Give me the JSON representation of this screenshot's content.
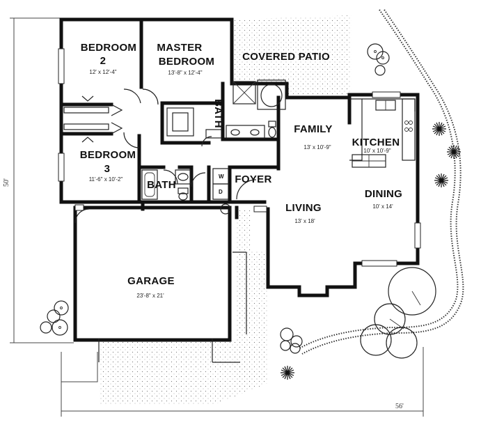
{
  "rooms": {
    "bedroom2": {
      "label_line1": "BEDROOM",
      "label_line2": "2",
      "dims": "12' x 12'-4\""
    },
    "master": {
      "label_line1": "MASTER",
      "label_line2": "BEDROOM",
      "dims": "13'-8\" x 12'-4\""
    },
    "patio": {
      "label": "COVERED PATIO"
    },
    "bath_master": {
      "label": "BATH"
    },
    "family": {
      "label": "FAMILY",
      "dims": "13' x 10'-9\""
    },
    "kitchen": {
      "label": "KITCHEN",
      "dims": "10' x 10'-9\""
    },
    "bedroom3": {
      "label_line1": "BEDROOM",
      "label_line2": "3",
      "dims": "11'-6\" x 10'-2\""
    },
    "bath_hall": {
      "label": "BATH"
    },
    "foyer": {
      "label": "FOYER"
    },
    "dining": {
      "label": "DINING",
      "dims": "10' x 14'"
    },
    "living": {
      "label": "LIVING",
      "dims": "13' x 18'"
    },
    "garage": {
      "label": "GARAGE",
      "dims": "23'-8\" x 21'"
    }
  },
  "laundry": {
    "washer": "W",
    "dryer": "D"
  },
  "dimensions": {
    "depth": "50'",
    "width": "56'"
  }
}
